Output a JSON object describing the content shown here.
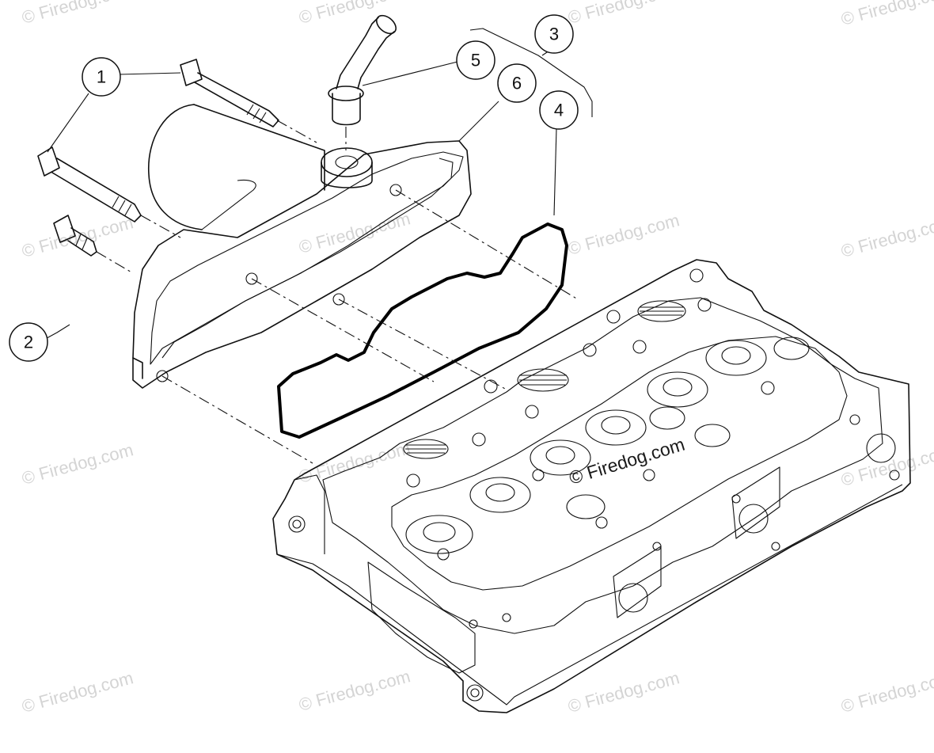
{
  "callouts": [
    {
      "id": "1",
      "label": "1"
    },
    {
      "id": "2",
      "label": "2"
    },
    {
      "id": "3",
      "label": "3"
    },
    {
      "id": "4",
      "label": "4"
    },
    {
      "id": "5",
      "label": "5"
    },
    {
      "id": "6",
      "label": "6"
    }
  ],
  "watermark": {
    "main": "© Firedog.com",
    "tile": "© Firedog.com",
    "color": "#d4d4d4"
  },
  "colors": {
    "line": "#111111",
    "background": "#ffffff"
  }
}
